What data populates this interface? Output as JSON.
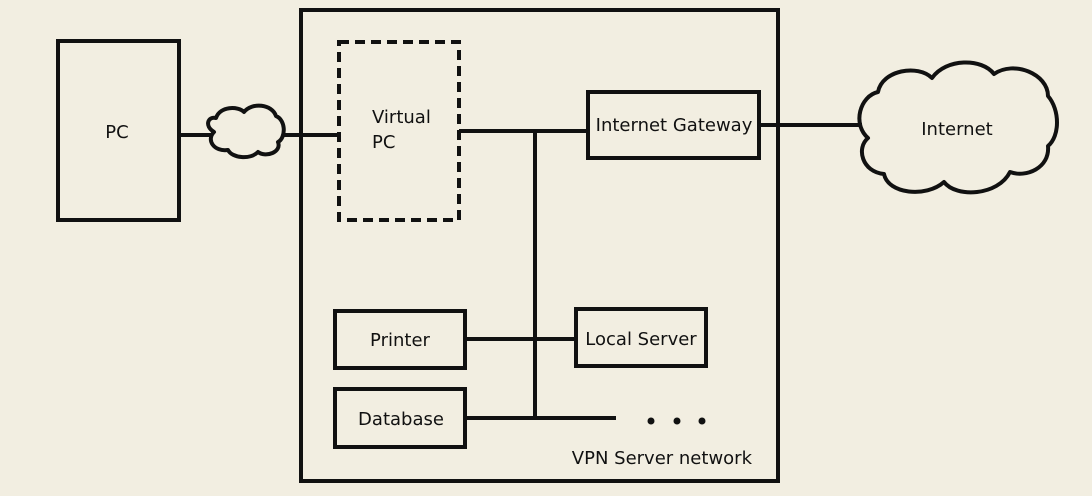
{
  "diagram": {
    "colors": {
      "background": "#f2eee1",
      "stroke": "#111111",
      "text": "#111111"
    },
    "nodes": {
      "pc": {
        "label": "PC",
        "shape": "rectangle"
      },
      "virtual_pc": {
        "label_line1": "Virtual",
        "label_line2": "PC",
        "shape": "dashed-rectangle"
      },
      "internet_gateway": {
        "label": "Internet Gateway",
        "shape": "rectangle"
      },
      "internet": {
        "label": "Internet",
        "shape": "cloud"
      },
      "printer": {
        "label": "Printer",
        "shape": "rectangle"
      },
      "local_server": {
        "label": "Local Server",
        "shape": "rectangle"
      },
      "database": {
        "label": "Database",
        "shape": "rectangle"
      },
      "tunnel_cloud": {
        "shape": "cloud"
      },
      "vpn_server_network": {
        "label": "VPN Server network",
        "shape": "container"
      },
      "more_indicator": {
        "symbol": "ellipsis"
      }
    },
    "edges": [
      {
        "from": "pc",
        "to": "tunnel_cloud"
      },
      {
        "from": "tunnel_cloud",
        "to": "virtual_pc"
      },
      {
        "from": "virtual_pc",
        "to": "bus"
      },
      {
        "from": "bus",
        "to": "internet_gateway"
      },
      {
        "from": "internet_gateway",
        "to": "internet"
      },
      {
        "from": "printer",
        "to": "bus"
      },
      {
        "from": "bus",
        "to": "local_server"
      },
      {
        "from": "database",
        "to": "bus"
      },
      {
        "from": "bus",
        "to": "more_indicator"
      }
    ]
  }
}
